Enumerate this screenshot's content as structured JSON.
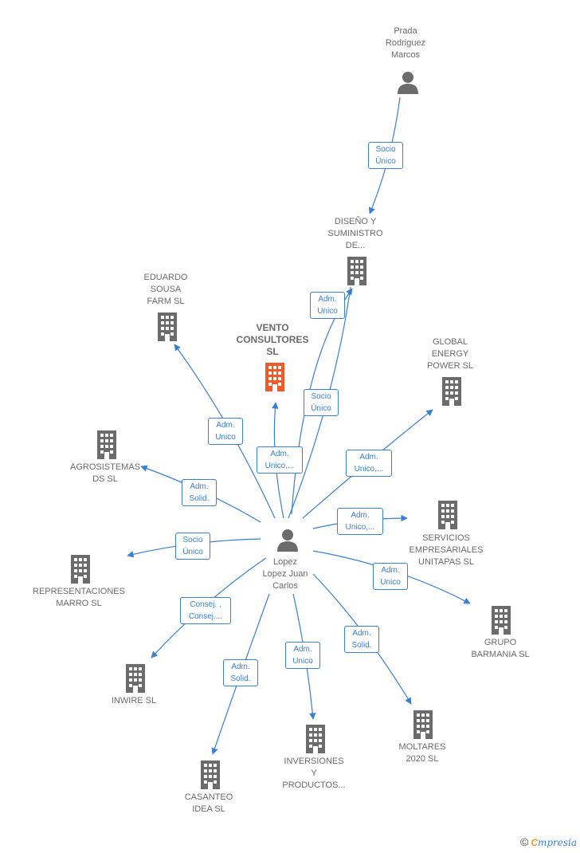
{
  "colors": {
    "edge": "#3a7fd6",
    "company": "#6b6b6b",
    "focus_company": "#f05a28",
    "person": "#6b6b6b"
  },
  "nodes": {
    "prada": {
      "label": "Prada\nRodriguez\nMarcos",
      "type": "person"
    },
    "diseno": {
      "label": "DISEÑO Y\nSUMINISTRO\nDE...",
      "type": "company"
    },
    "eduardo": {
      "label": "EDUARDO\nSOUSA\nFARM  SL",
      "type": "company"
    },
    "vento": {
      "label": "VENTO\nCONSULTORES\nSL",
      "type": "focus-company"
    },
    "global": {
      "label": "GLOBAL\nENERGY\nPOWER  SL",
      "type": "company"
    },
    "agro": {
      "label": "AGROSISTEMAS\nDS  SL",
      "type": "company"
    },
    "servicios": {
      "label": "SERVICIOS\nEMPRESARIALES\nUNITAPAS SL",
      "type": "company"
    },
    "lopez": {
      "label": "Lopez\nLopez Juan\nCarlos",
      "type": "person"
    },
    "representaciones": {
      "label": "REPRESENTACIONES\nMARRO SL",
      "type": "company"
    },
    "grupo": {
      "label": "GRUPO\nBARMANIA SL",
      "type": "company"
    },
    "inwire": {
      "label": "INWIRE  SL",
      "type": "company"
    },
    "moltares": {
      "label": "MOLTARES\n2020  SL",
      "type": "company"
    },
    "inversiones": {
      "label": "INVERSIONES\nY\nPRODUCTOS...",
      "type": "company"
    },
    "casanteo": {
      "label": "CASANTEO\nIDEA SL",
      "type": "company"
    }
  },
  "edges": {
    "prada_diseno": "Socio\nÚnico",
    "lopez_diseno_adm": "Adm.\nUnico",
    "lopez_diseno_socio": "Socio\nÚnico",
    "lopez_eduardo": "Adm.\nUnico",
    "lopez_vento": "Adm.\nUnico,...",
    "lopez_global": "Adm.\nUnico,...",
    "lopez_agro": "Adm.\nSolid.",
    "lopez_servicios": "Adm.\nUnico,...",
    "lopez_representaciones": "Socio\nÚnico",
    "lopez_grupo": "Adm.\nUnico",
    "lopez_inwire": "Consej. ,\nConsej....",
    "lopez_moltares": "Adm.\nSolid.",
    "lopez_inversiones": "Adm.\nUnico",
    "lopez_casanteo": "Adm.\nSolid."
  },
  "footer": {
    "copyright": "©",
    "brand_e": "C",
    "brand_rest": "mpresia"
  }
}
